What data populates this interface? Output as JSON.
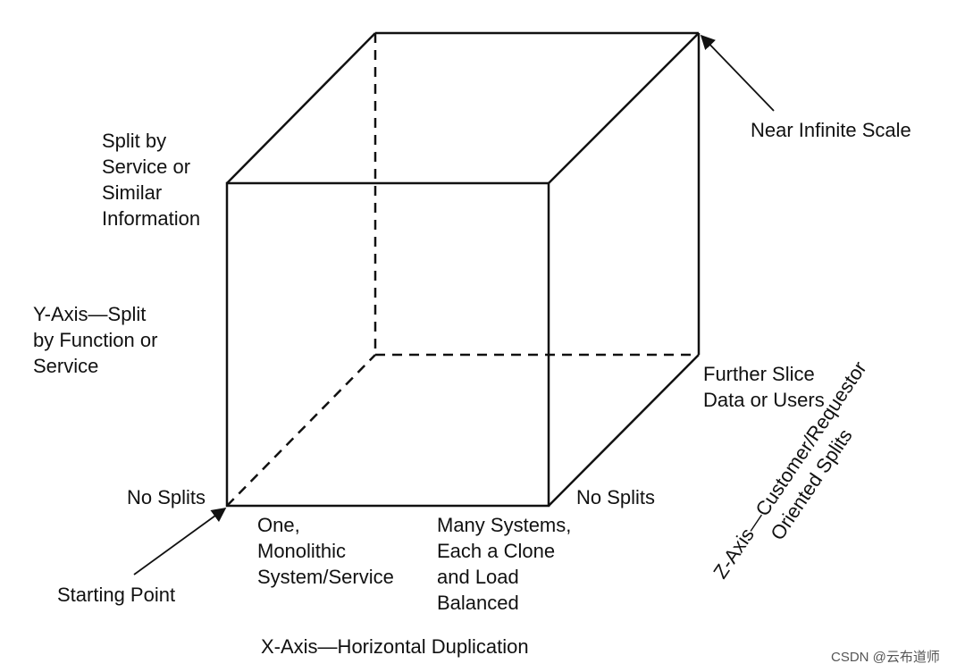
{
  "labels": {
    "y_top": [
      "Split by",
      "Service or",
      "Similar",
      "Information"
    ],
    "y_axis": [
      "Y-Axis—Split",
      "by Function or",
      "Service"
    ],
    "no_splits_left": "No Splits",
    "starting_point": "Starting Point",
    "x_one": [
      "One,",
      "Monolithic",
      "System/Service"
    ],
    "x_many": [
      "Many Systems,",
      "Each a Clone",
      "and Load",
      "Balanced"
    ],
    "no_splits_right": "No Splits",
    "further_slice": [
      "Further Slice",
      "Data or Users"
    ],
    "near_infinite": "Near Infinite Scale",
    "x_axis": "X-Axis—Horizontal Duplication",
    "z_axis": [
      "Z-Axis—Customer/Requestor",
      "Oriented Splits"
    ]
  },
  "watermark": "CSDN @云布道师",
  "colors": {
    "line": "#111111",
    "text": "#111111",
    "watermark": "#555555"
  }
}
